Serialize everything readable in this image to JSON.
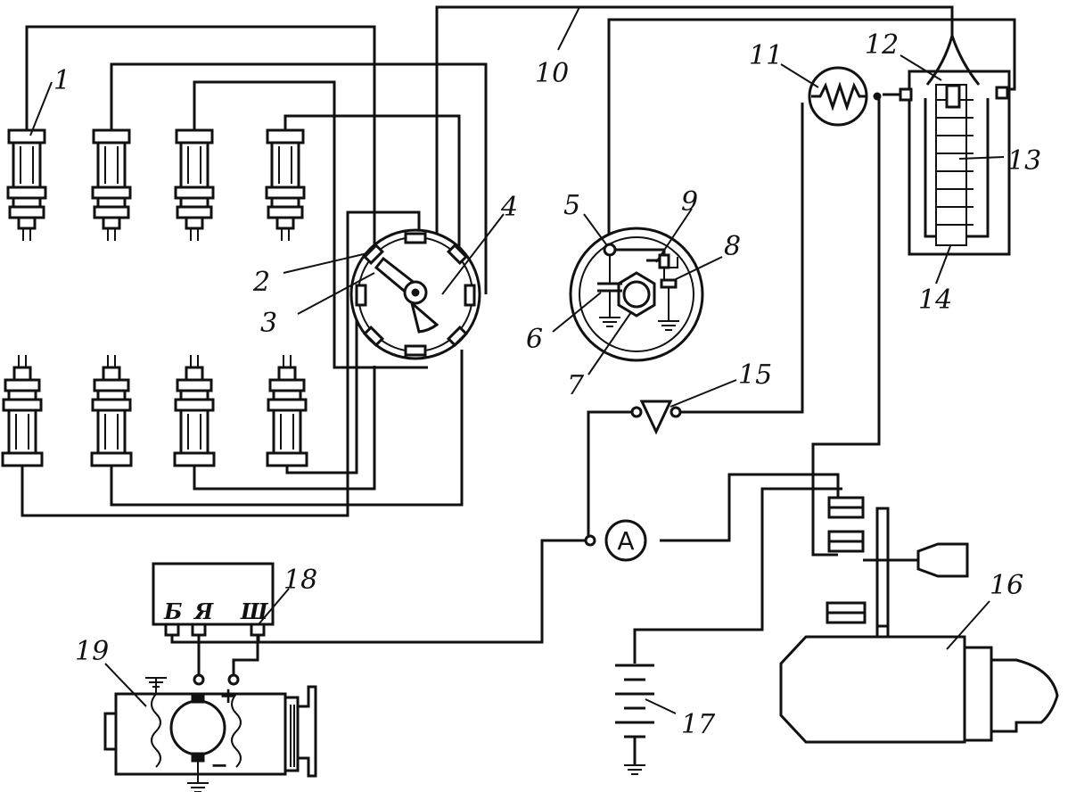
{
  "labels": {
    "n1": "1",
    "n2": "2",
    "n3": "3",
    "n4": "4",
    "n5": "5",
    "n6": "6",
    "n7": "7",
    "n8": "8",
    "n9": "9",
    "n10": "10",
    "n11": "11",
    "n12": "12",
    "n13": "13",
    "n14": "14",
    "n15": "15",
    "n16": "16",
    "n17": "17",
    "n18": "18",
    "n19": "19"
  },
  "regulator_terminals": {
    "b": "Б",
    "ya": "Я",
    "sh": "Ш"
  },
  "ammeter_symbol": "A",
  "generator_polarity": {
    "minus": "−",
    "plus": "+"
  }
}
